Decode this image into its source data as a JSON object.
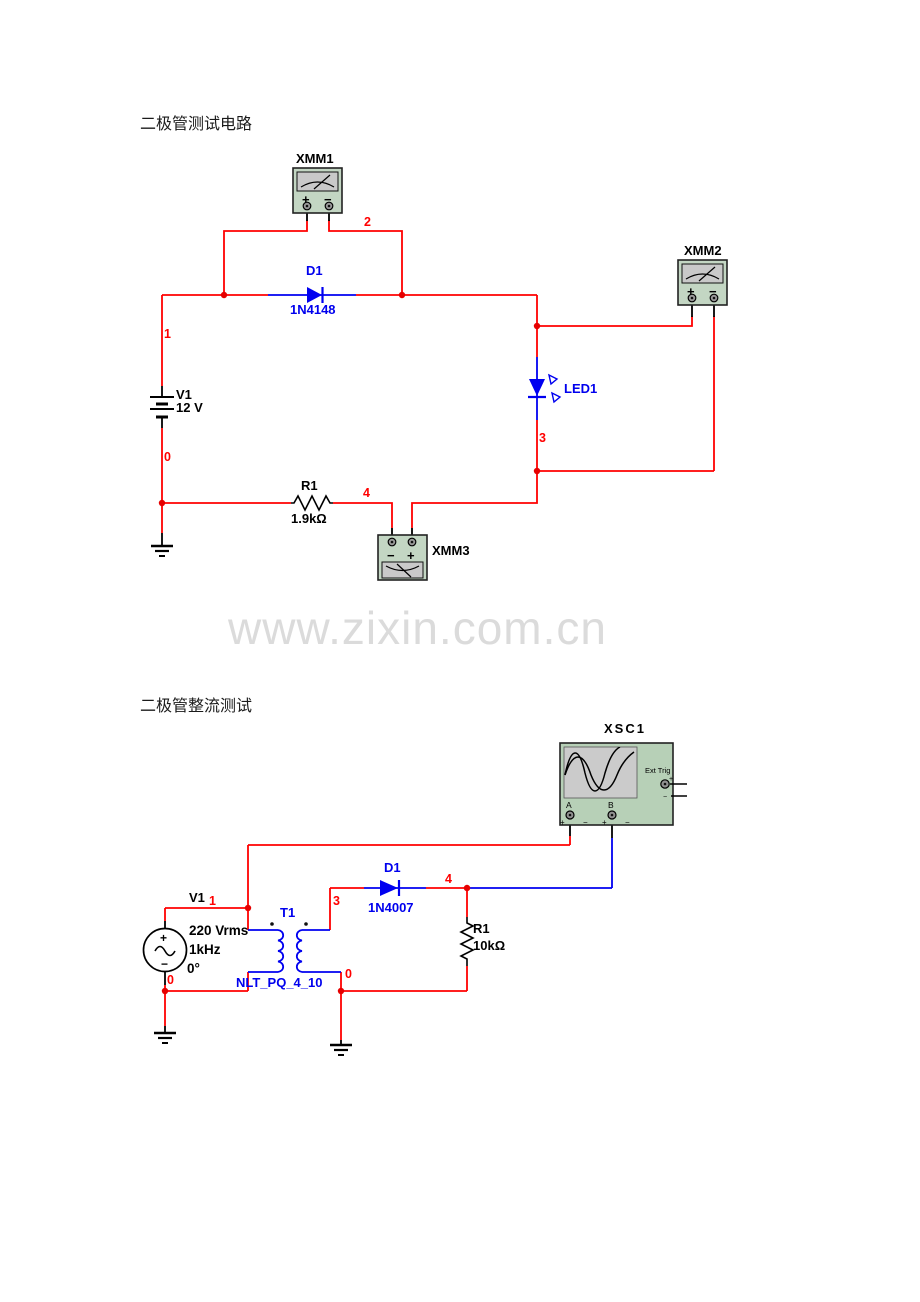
{
  "page": {
    "watermark": "www.zixin.com.cn"
  },
  "symbols": {
    "plus": "+",
    "minus": "−"
  },
  "colors": {
    "wire_red": "#ff0000",
    "component_blue": "#0000ee",
    "black": "#000000",
    "instrument_fill": "#c3d6c3",
    "scope_fill": "#b7d0b7",
    "instrument_screen": "#c9c9c9",
    "watermark_gray": "#dbdbdb"
  },
  "section1": {
    "title": "二极管测试电路",
    "instruments": {
      "xmm1": "XMM1",
      "xmm2": "XMM2",
      "xmm3": "XMM3"
    },
    "components": {
      "diode": {
        "ref": "D1",
        "value": "1N4148"
      },
      "source": {
        "ref": "V1",
        "value": "12 V"
      },
      "resistor": {
        "ref": "R1",
        "value": "1.9kΩ"
      },
      "led": {
        "ref": "LED1"
      }
    },
    "nets": {
      "n0": "0",
      "n1": "1",
      "n2": "2",
      "n3": "3",
      "n4": "4"
    }
  },
  "section2": {
    "title": "二极管整流测试",
    "instruments": {
      "xsc1": "XSC1",
      "ext_trig": "Ext Trig",
      "channel_a": "A",
      "channel_b": "B"
    },
    "components": {
      "source": {
        "ref": "V1",
        "values": [
          "220 Vrms",
          "1kHz",
          "0°"
        ]
      },
      "transformer": {
        "ref": "T1",
        "value": "NLT_PQ_4_10"
      },
      "diode": {
        "ref": "D1",
        "value": "1N4007"
      },
      "resistor": {
        "ref": "R1",
        "value": "10kΩ"
      }
    },
    "nets": {
      "n0_left": "0",
      "n0_right": "0",
      "n1": "1",
      "n3": "3",
      "n4": "4"
    }
  }
}
